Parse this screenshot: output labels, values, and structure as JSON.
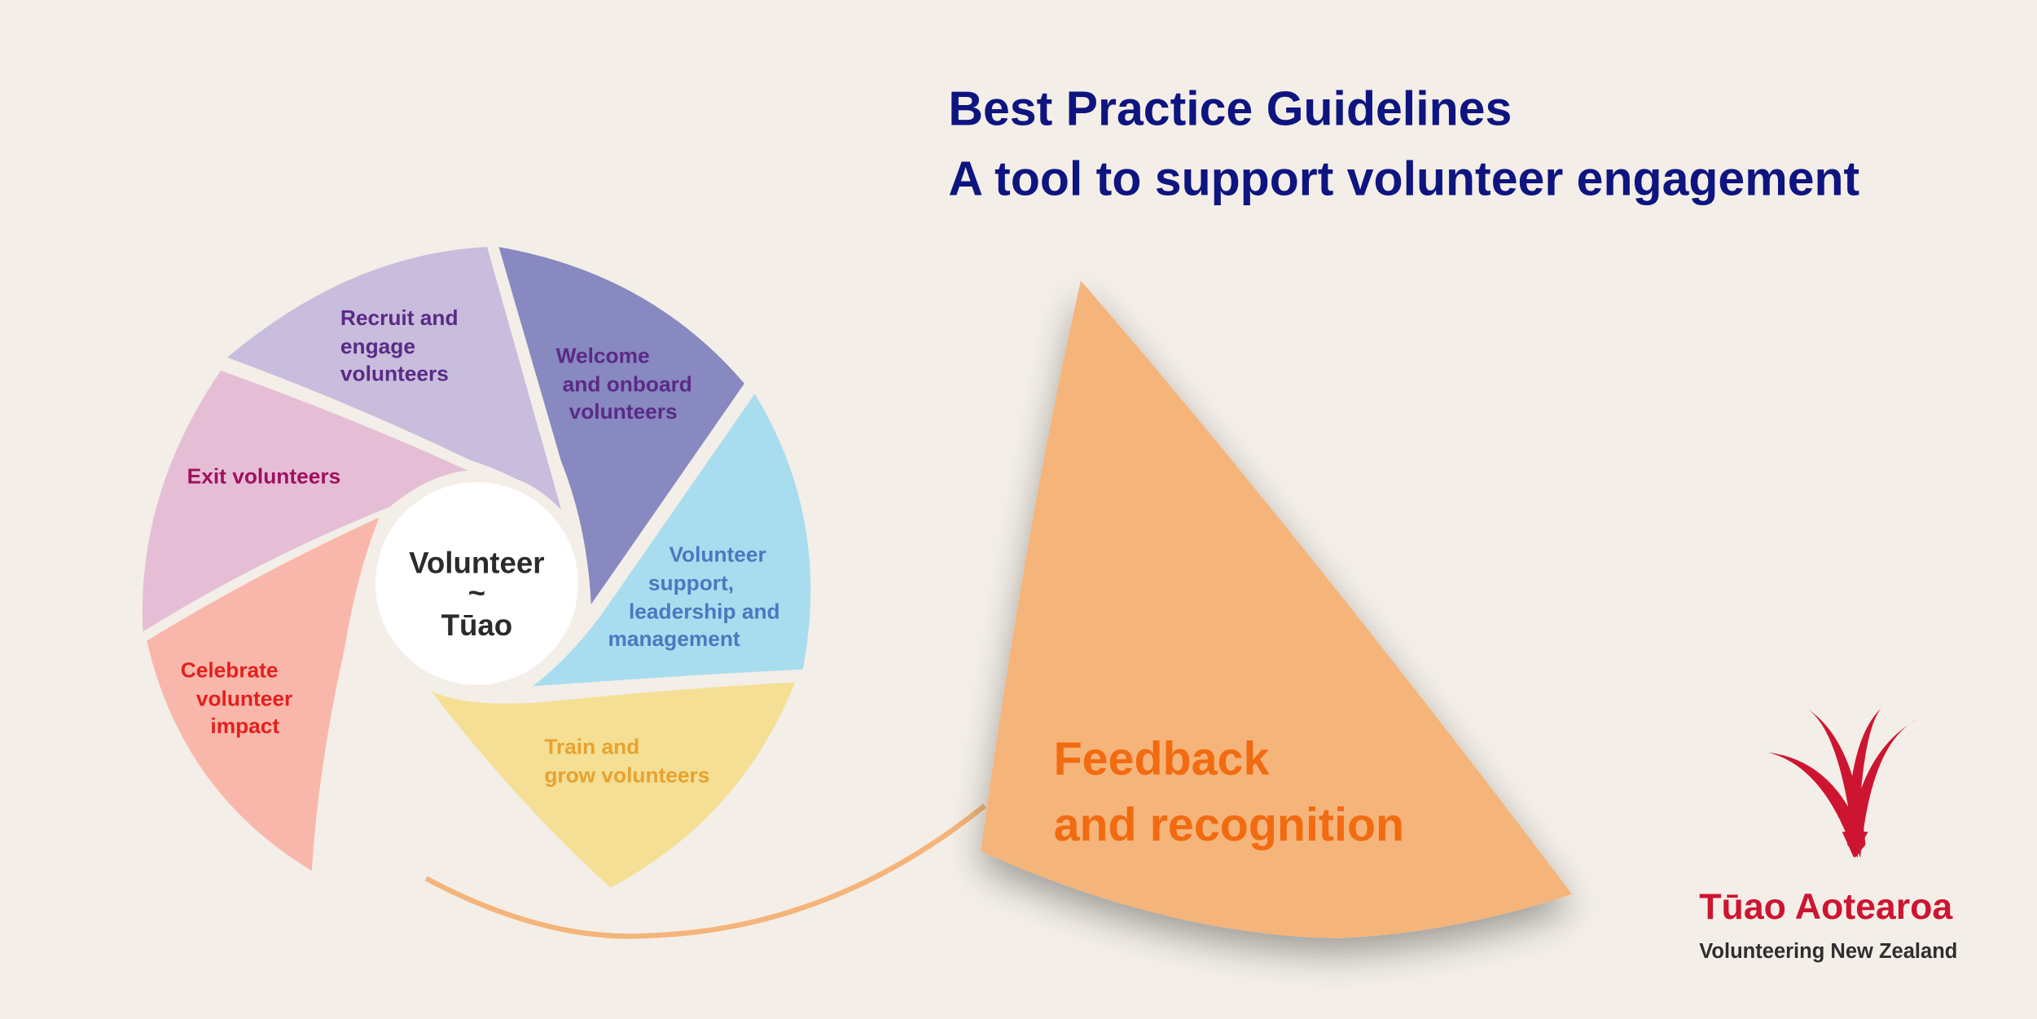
{
  "header": {
    "title_line1": "Best Practice Guidelines",
    "title_line2": "A tool to support volunteer engagement"
  },
  "wheel": {
    "center": {
      "line1": "Volunteer",
      "line2": "~",
      "line3": "Tūao"
    },
    "segments": [
      {
        "lines": [
          "Recruit and",
          "engage",
          "volunteers"
        ],
        "color": "#C8BDDD",
        "text_color": "#5B2A86"
      },
      {
        "lines": [
          "Welcome",
          "and onboard",
          "volunteers"
        ],
        "color": "#8789C0",
        "text_color": "#5B2A86"
      },
      {
        "lines": [
          "Volunteer",
          "support,",
          "leadership and",
          "management"
        ],
        "color": "#A8DDEF",
        "text_color": "#4A78C0"
      },
      {
        "lines": [
          "Train and",
          "grow volunteers"
        ],
        "color": "#F4DF94",
        "text_color": "#E8A22E"
      },
      {
        "lines": [
          "Celebrate",
          "volunteer",
          "impact"
        ],
        "color": "#F9B7AC",
        "text_color": "#E4201C"
      },
      {
        "lines": [
          "Exit volunteers"
        ],
        "color": "#E5BED6",
        "text_color": "#A0105E"
      }
    ]
  },
  "feedback": {
    "lines": [
      "Feedback",
      "and recognition"
    ],
    "color": "#F4B47A",
    "text_color": "#F26B10"
  },
  "logo": {
    "name": "Tūao Aotearoa",
    "tagline": "Volunteering New Zealand",
    "color": "#CD1531"
  },
  "colors": {
    "background": "#F3EEE7",
    "title": "#0E1480"
  }
}
